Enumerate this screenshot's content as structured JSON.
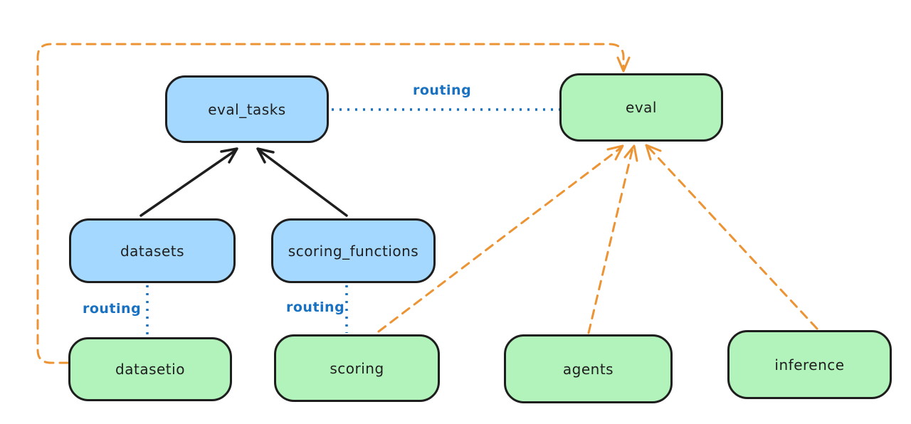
{
  "colors": {
    "background": "#ffffff",
    "stroke": "#1e1e1e",
    "blue_fill": "#a5d8ff",
    "green_fill": "#b2f2bb",
    "orange": "#ec9434",
    "blue": "#1971c2"
  },
  "nodes": {
    "eval_tasks": {
      "label": "eval_tasks",
      "fill": "#a5d8ff"
    },
    "eval": {
      "label": "eval",
      "fill": "#b2f2bb"
    },
    "datasets": {
      "label": "datasets",
      "fill": "#a5d8ff"
    },
    "scoring_functions": {
      "label": "scoring_functions",
      "fill": "#a5d8ff"
    },
    "datasetio": {
      "label": "datasetio",
      "fill": "#b2f2bb"
    },
    "scoring": {
      "label": "scoring",
      "fill": "#b2f2bb"
    },
    "agents": {
      "label": "agents",
      "fill": "#b2f2bb"
    },
    "inference": {
      "label": "inference",
      "fill": "#b2f2bb"
    }
  },
  "edge_labels": {
    "routing_top": "routing",
    "routing_left": "routing",
    "routing_mid": "routing"
  },
  "edges": [
    {
      "from": "datasets",
      "to": "eval_tasks",
      "style": "solid-arrow",
      "color": "#1e1e1e"
    },
    {
      "from": "scoring_functions",
      "to": "eval_tasks",
      "style": "solid-arrow",
      "color": "#1e1e1e"
    },
    {
      "from": "eval_tasks",
      "to": "eval",
      "style": "dotted-line",
      "color": "#1971c2",
      "label": "routing"
    },
    {
      "from": "datasets",
      "to": "datasetio",
      "style": "dotted-line",
      "color": "#1971c2",
      "label": "routing"
    },
    {
      "from": "scoring_functions",
      "to": "scoring",
      "style": "dotted-line",
      "color": "#1971c2",
      "label": "routing"
    },
    {
      "from": "datasetio",
      "to": "eval",
      "style": "dashed-arrow",
      "color": "#ec9434"
    },
    {
      "from": "scoring",
      "to": "eval",
      "style": "dashed-arrow",
      "color": "#ec9434"
    },
    {
      "from": "agents",
      "to": "eval",
      "style": "dashed-arrow",
      "color": "#ec9434"
    },
    {
      "from": "inference",
      "to": "eval",
      "style": "dashed-arrow",
      "color": "#ec9434"
    }
  ]
}
